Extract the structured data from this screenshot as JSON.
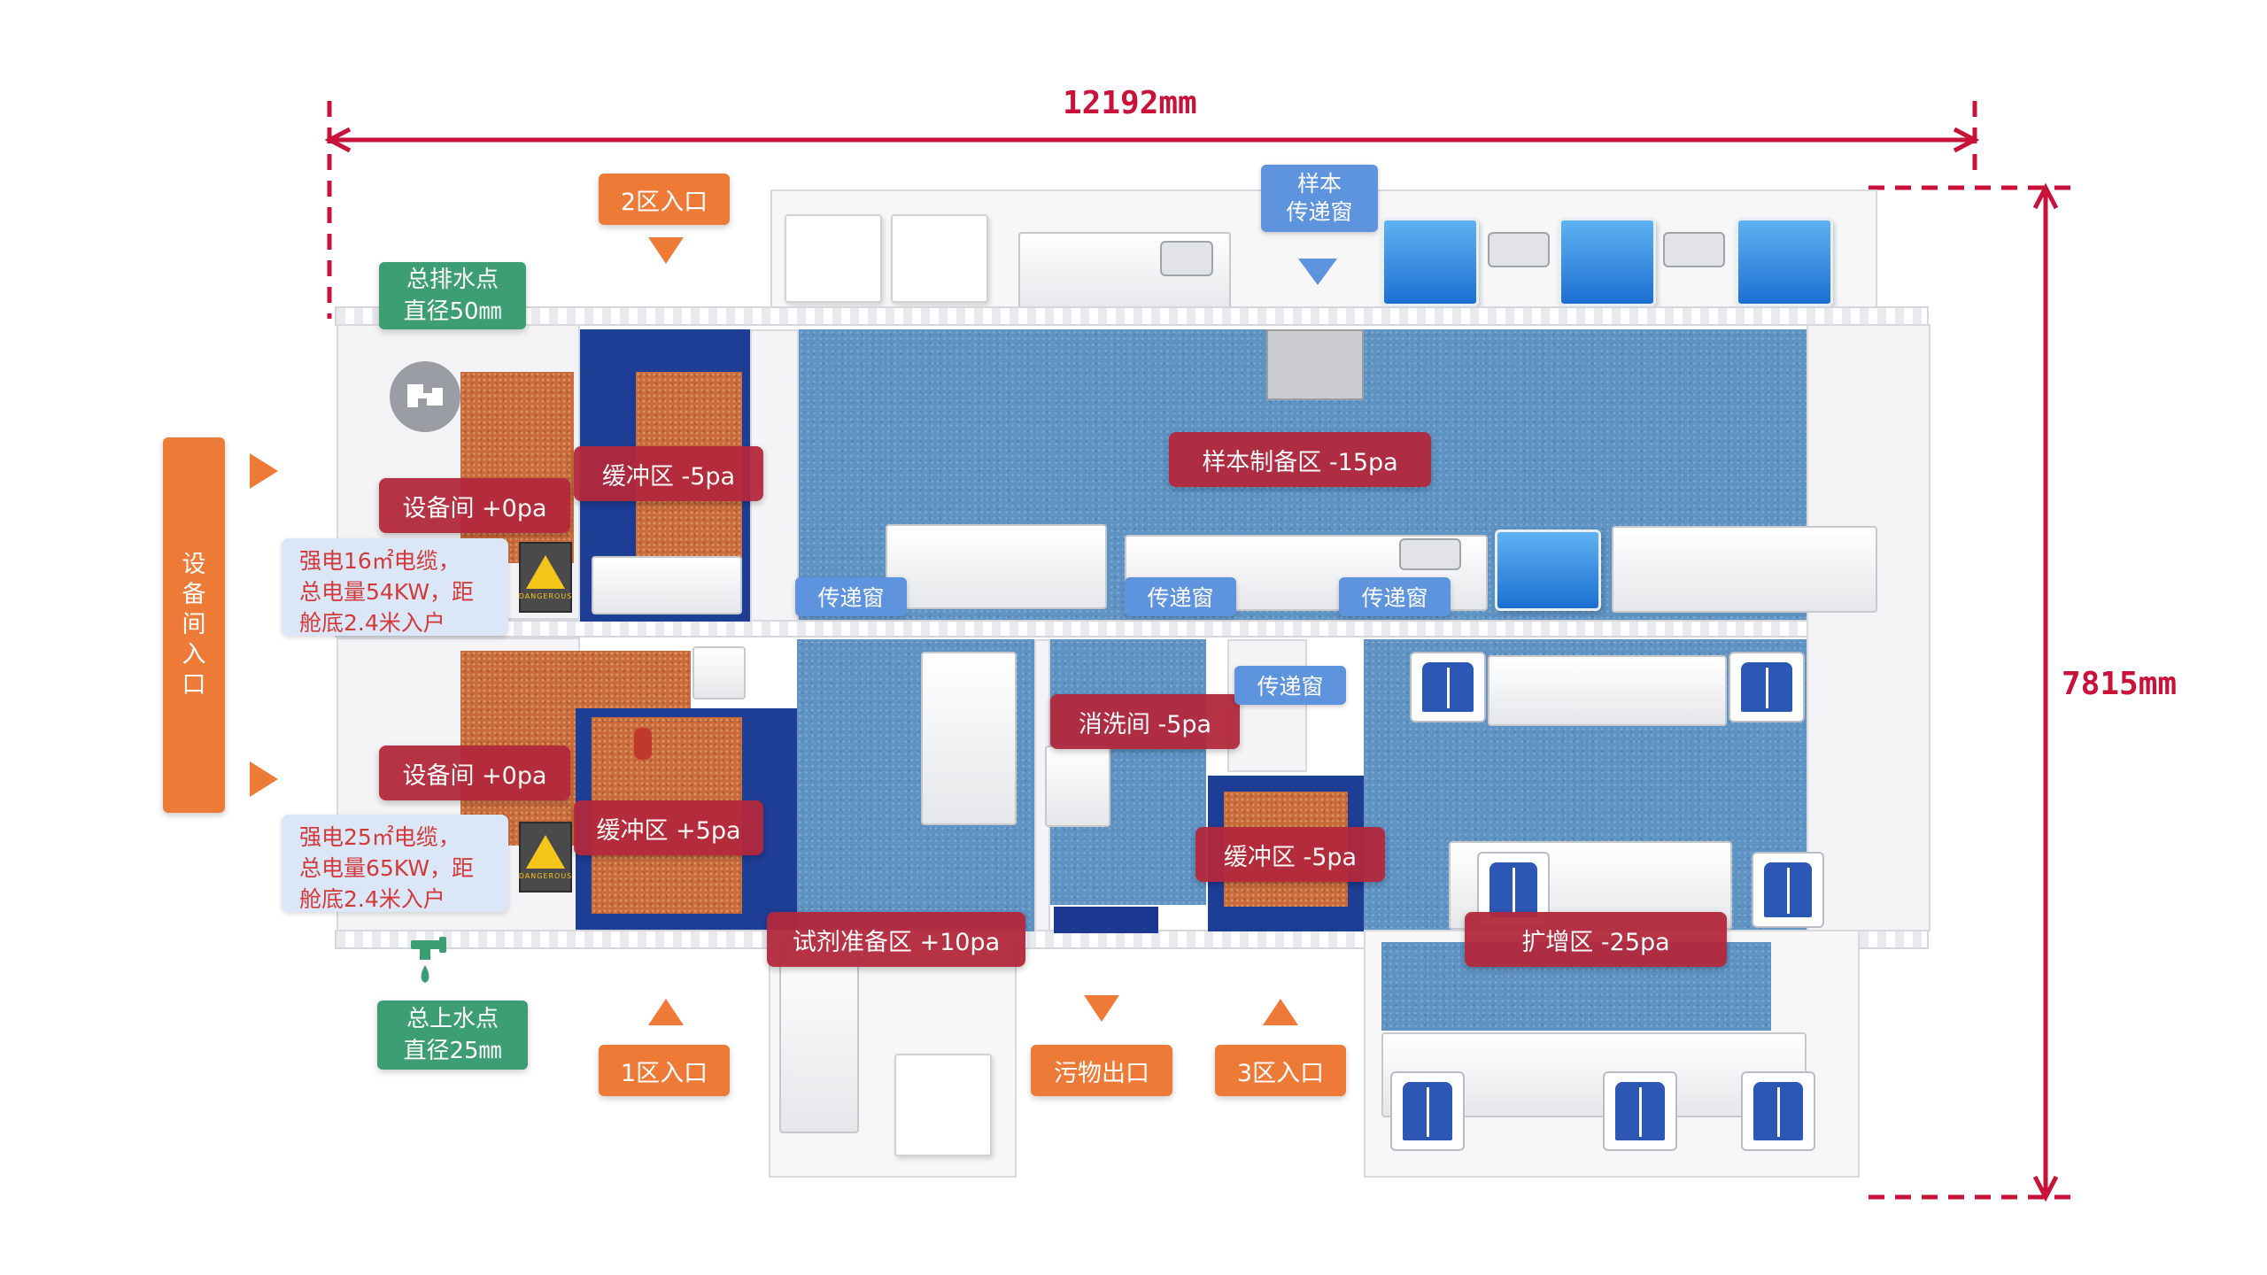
{
  "dimensions": {
    "width_label": "12192mm",
    "height_label": "7815mm",
    "line_color": "#c8123a"
  },
  "entrances": {
    "zone2": "2区入口",
    "zone1": "1区入口",
    "waste_exit": "污物出口",
    "zone3": "3区入口",
    "equipment_room_entry": [
      "设",
      "备",
      "间",
      "入",
      "口"
    ]
  },
  "utilities": {
    "drain_line1": "总排水点",
    "drain_line2": "直径50㎜",
    "water_line1": "总上水点",
    "water_line2": "直径25㎜"
  },
  "sample_window": {
    "line1": "样本",
    "line2": "传递窗"
  },
  "rooms": {
    "equipment_room_top": "设备间 +0pa",
    "equipment_room_bottom": "设备间 +0pa",
    "buffer_top": "缓冲区 -5pa",
    "buffer_mid": "缓冲区 +5pa",
    "buffer_right": "缓冲区 -5pa",
    "sample_prep": "样本制备区 -15pa",
    "wash_room": "消洗间 -5pa",
    "reagent_prep": "试剂准备区 +10pa",
    "amplification": "扩增区 -25pa"
  },
  "pass_windows": {
    "w1": "传递窗",
    "w2": "传递窗",
    "w3": "传递窗",
    "w4": "传递窗"
  },
  "power_notes": {
    "top": [
      "强电16㎡电缆，",
      "总电量54KW，距",
      "舱底2.4米入户"
    ],
    "bottom": [
      "强电25㎡电缆，",
      "总电量65KW，距",
      "舱底2.4米入户"
    ],
    "sign_text": "DANGEROUS"
  },
  "colors": {
    "room_label": "#b3283c",
    "entrance": "#ee7a37",
    "utility": "#3e9e73",
    "pass_window": "#5e93de",
    "floor": "#5f93c4"
  }
}
